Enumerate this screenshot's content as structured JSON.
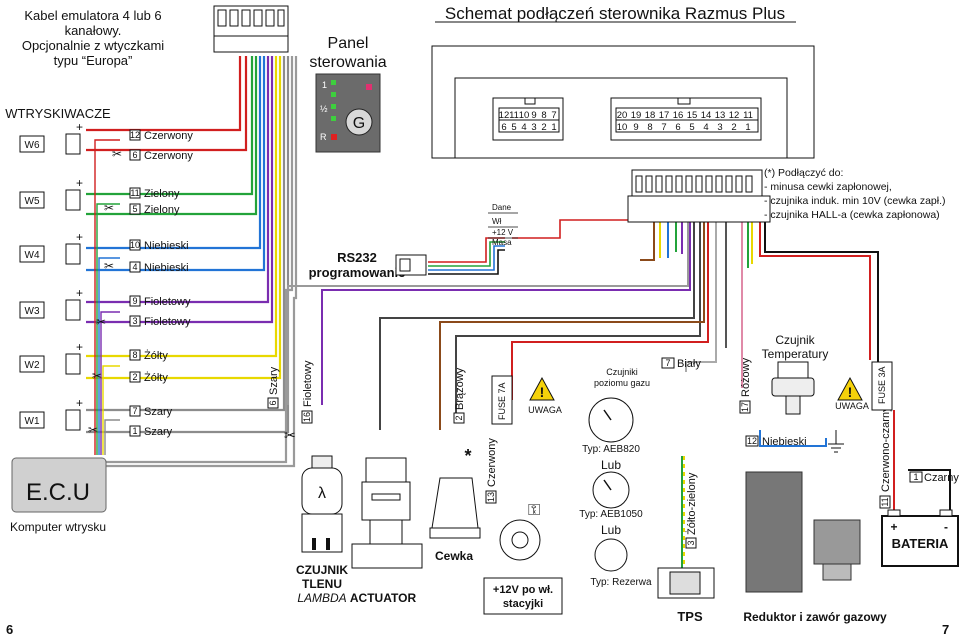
{
  "title": "Schemat podłączeń sterownika Razmus Plus",
  "top_left_note": [
    "Kabel emulatora 4 lub 6",
    "kanałowy.",
    "Opcjonalnie z wtyczkami",
    "typu “Europa”"
  ],
  "panel": {
    "label_lines": [
      "Panel",
      "sterowania"
    ],
    "btn_1": "1",
    "btn_half": "½",
    "btn_r": "R",
    "logo": "G"
  },
  "injectors": {
    "header": "WTRYSKIWACZE",
    "items": [
      {
        "name": "W6",
        "pins": [
          "12",
          "6"
        ],
        "colors": [
          "Czerwony",
          "Czerwony"
        ],
        "hex": "#d11f1f"
      },
      {
        "name": "W5",
        "pins": [
          "11",
          "5"
        ],
        "colors": [
          "Zielony",
          "Zielony"
        ],
        "hex": "#23a33a"
      },
      {
        "name": "W4",
        "pins": [
          "10",
          "4"
        ],
        "colors": [
          "Niebieski",
          "Niebieski"
        ],
        "hex": "#2274d6"
      },
      {
        "name": "W3",
        "pins": [
          "9",
          "3"
        ],
        "colors": [
          "Fioletowy",
          "Fioletowy"
        ],
        "hex": "#7a2db0"
      },
      {
        "name": "W2",
        "pins": [
          "8",
          "2"
        ],
        "colors": [
          "Żółty",
          "Żółty"
        ],
        "hex": "#e8d800"
      },
      {
        "name": "W1",
        "pins": [
          "7",
          "1"
        ],
        "colors": [
          "Szary",
          "Szary"
        ],
        "hex": "#8c8c8c"
      }
    ]
  },
  "ecu": {
    "label": "E.C.U",
    "caption": "Komputer wtrysku"
  },
  "connector_left": {
    "top": [
      "12",
      "11",
      "10",
      "9",
      "8",
      "7"
    ],
    "bottom": [
      "6",
      "5",
      "4",
      "3",
      "2",
      "1"
    ]
  },
  "connector_right": {
    "top": [
      "20",
      "19",
      "18",
      "17",
      "16",
      "15",
      "14",
      "13",
      "12",
      "11"
    ],
    "bottom": [
      "10",
      "9",
      "8",
      "7",
      "6",
      "5",
      "4",
      "3",
      "2",
      "1"
    ]
  },
  "rs232": {
    "label_lines": [
      "RS232",
      "programowanie"
    ],
    "pins": [
      "Dane",
      "Wł",
      "+12 V",
      "Masa"
    ]
  },
  "note": [
    "(*) Podłączyć do:",
    "- minusa cewki zapłonowej,",
    "- czujnika induk. min 10V (cewka zapł.)",
    "- czujnika HALL-a (cewka zapłonowa)"
  ],
  "vertical_wires": {
    "szary": {
      "pin": "6",
      "label": "Szary"
    },
    "fioletowy": {
      "pin": "16",
      "label": "Fioletowy"
    },
    "brazowy": {
      "pin": "2",
      "label": "Brązowy"
    },
    "czerwony": {
      "pin": "13",
      "label": "Czerwony"
    },
    "zolto_zielony": {
      "pin": "3",
      "label": "Żółto-zielony"
    },
    "rozowy": {
      "pin": "17",
      "label": "Różowy"
    },
    "czerwono_czarny": {
      "pin": "11",
      "label": "Czerwono-czarny"
    }
  },
  "fuse_7a": "FUSE 7A",
  "fuse_3a": "FUSE 3A",
  "uwaga": "UWAGA",
  "level_sensor": {
    "caption": [
      "Czujniki",
      "poziomu gazu"
    ],
    "types": [
      "Typ: AEB820",
      "Lub",
      "Typ: AEB1050",
      "Lub",
      "Typ: Rezerwa"
    ],
    "white": {
      "pin": "7",
      "label": "Biały"
    }
  },
  "temperature": {
    "label": [
      "Czujnik",
      "Temperatury"
    ],
    "blue": {
      "pin": "12",
      "label": "Niebieski"
    }
  },
  "lambda": {
    "symbol": "λ",
    "label": [
      "CZUJNIK",
      "TLENU"
    ],
    "label_italic": "LAMBDA"
  },
  "actuator": "ACTUATOR",
  "cewka": {
    "label": "Cewka",
    "star": "*"
  },
  "ignition": [
    "+12V po wł.",
    "stacyjki"
  ],
  "tps": "TPS",
  "reductor": "Reduktor i zawór gazowy",
  "battery": {
    "label": "BATERIA",
    "plus": "+",
    "minus": "-",
    "black": {
      "pin": "1",
      "label": "Czarny"
    }
  },
  "page_numbers": [
    "6",
    "7"
  ]
}
